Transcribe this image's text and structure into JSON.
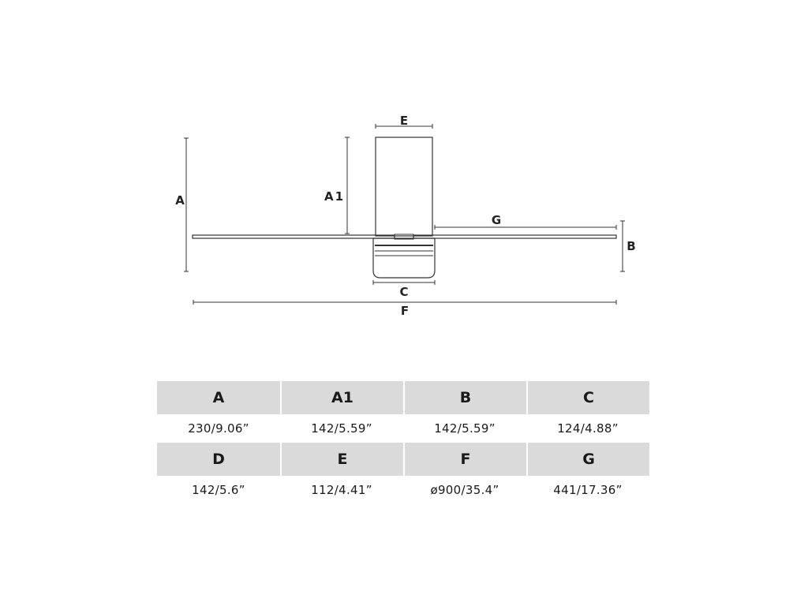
{
  "diagram": {
    "labels": {
      "a": "A",
      "a1": "A1",
      "b": "B",
      "c": "C",
      "e": "E",
      "f": "F",
      "g": "G"
    }
  },
  "table": {
    "rows": [
      {
        "headers": [
          "A",
          "A1",
          "B",
          "C"
        ],
        "values": [
          "230/9.06”",
          "142/5.59”",
          "142/5.59”",
          "124/4.88”"
        ]
      },
      {
        "headers": [
          "D",
          "E",
          "F",
          "G"
        ],
        "values": [
          "142/5.6”",
          "112/4.41”",
          "ø900/35.4”",
          "441/17.36”"
        ]
      }
    ]
  }
}
